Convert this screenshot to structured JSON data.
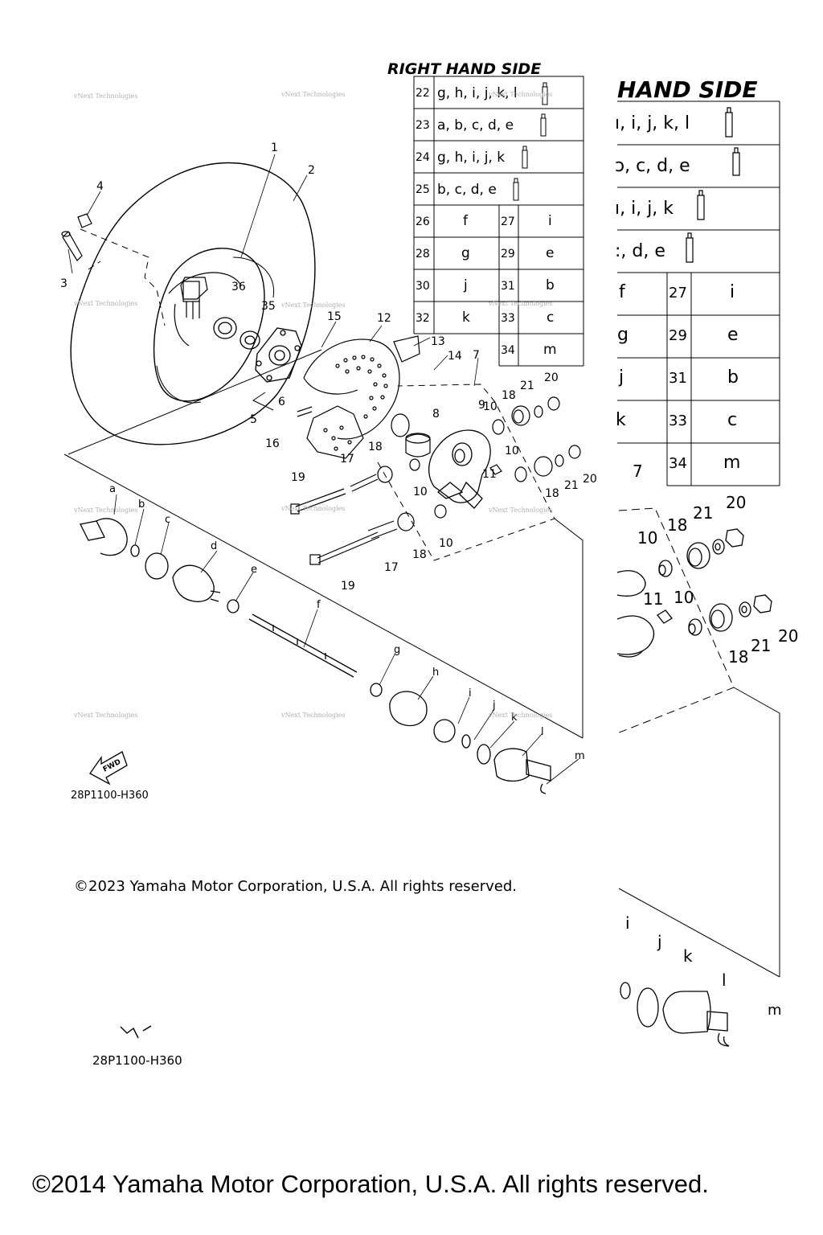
{
  "header_front": "RIGHT HAND SIDE",
  "header_back": "HAND SIDE",
  "table_front": {
    "wide_rows": [
      {
        "num": "22",
        "text": "g, h, i, j, k, l"
      },
      {
        "num": "23",
        "text": "a, b, c, d, e"
      },
      {
        "num": "24",
        "text": "g, h, i, j, k"
      },
      {
        "num": "25",
        "text": "b, c, d, e"
      }
    ],
    "pair_rows": [
      {
        "n1": "26",
        "v1": "f",
        "n2": "27",
        "v2": "i"
      },
      {
        "n1": "28",
        "v1": "g",
        "n2": "29",
        "v2": "e"
      },
      {
        "n1": "30",
        "v1": "j",
        "n2": "31",
        "v2": "b"
      },
      {
        "n1": "32",
        "v1": "k",
        "n2": "33",
        "v2": "c"
      },
      {
        "n2": "34",
        "v2": "m"
      }
    ]
  },
  "table_back": {
    "wide_rows": [
      {
        "text": "ı, i, j, k, l"
      },
      {
        "text": "ɔ, c, d, e"
      },
      {
        "text": "ı, i, j, k"
      },
      {
        "text": ":, d, e"
      }
    ],
    "pair_rows": [
      {
        "v1": "f",
        "n2": "27",
        "v2": "i"
      },
      {
        "v1": "g",
        "n2": "29",
        "v2": "e"
      },
      {
        "v1": "j",
        "n2": "31",
        "v2": "b"
      },
      {
        "v1": "k",
        "n2": "33",
        "v2": "c"
      },
      {
        "n2": "34",
        "v2": "m"
      }
    ]
  },
  "callouts_front": [
    "1",
    "2",
    "3",
    "4",
    "5",
    "6",
    "7",
    "8",
    "9",
    "10",
    "10",
    "10",
    "10",
    "11",
    "12",
    "13",
    "14",
    "15",
    "16",
    "17",
    "17",
    "18",
    "18",
    "18",
    "18",
    "19",
    "19",
    "20",
    "20",
    "21",
    "21",
    "35",
    "36"
  ],
  "callouts_letters": [
    "a",
    "b",
    "c",
    "d",
    "e",
    "f",
    "g",
    "h",
    "i",
    "j",
    "k",
    "l",
    "m"
  ],
  "callouts_back": [
    "7",
    "10",
    "10",
    "11",
    "18",
    "18",
    "20",
    "20",
    "21",
    "21",
    "i",
    "j",
    "k",
    "l",
    "m"
  ],
  "fwd_label": "FWD",
  "part_code_front": "28P1100-H360",
  "part_code_back": "28P1100-H360",
  "copyright_inner": "©2023 Yamaha Motor Corporation, U.S.A. All rights reserved.",
  "copyright_main": "©2014 Yamaha Motor Corporation, U.S.A. All rights reserved.",
  "watermark": "vNext Technologies"
}
